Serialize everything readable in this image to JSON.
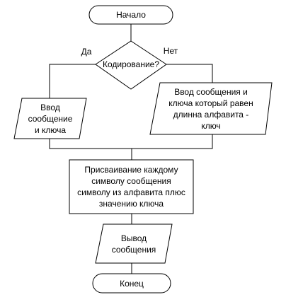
{
  "flowchart": {
    "start": "Начало",
    "decision": "Кодирование?",
    "yes_label": "Да",
    "no_label": "Нет",
    "input_encode": "Ввод\nсообщение\nи ключа",
    "input_decode": "Ввод сообщения и\nключа который равен\nдлинна алфавита -\nключ",
    "process": "Присваивание каждому\nсимволу сообщения\nсимволу из алфавита плюс\nзначению ключа",
    "output": "Вывод\nсообщения",
    "end": "Конец"
  }
}
